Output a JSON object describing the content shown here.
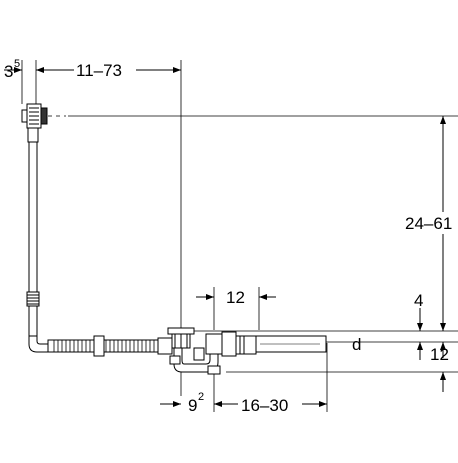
{
  "drawing": {
    "labels": {
      "overflow_offset": "3",
      "overflow_offset_sup": "5",
      "horizontal_reach": "11–73",
      "vertical_reach": "24–61",
      "spacing_12_top": "12",
      "rise_4": "4",
      "outlet_height_12": "12",
      "pipe_diameter": "d",
      "waste_offset": "9",
      "waste_offset_sup": "2",
      "pipe_length": "16–30"
    }
  }
}
